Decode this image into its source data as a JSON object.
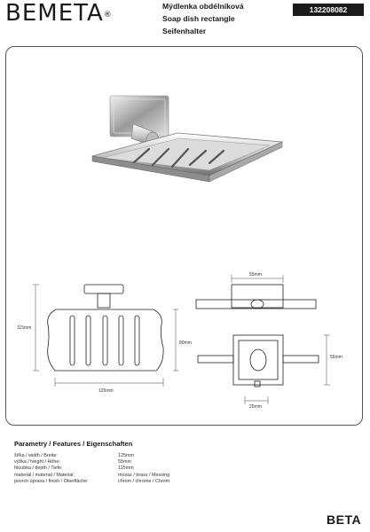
{
  "header": {
    "brand": "BEMETA",
    "registered": "®",
    "title_cz": "Mýdlenka obdélníková",
    "title_en": "Soap dish rectangle",
    "title_de": "Seifenhalter",
    "code": "132208082"
  },
  "drawing": {
    "dim_width_front": "125mm",
    "dim_height_front": "115mm",
    "dim_side_height": "80mm",
    "dim_top_width": "55mm",
    "dim_side_depth": "55mm",
    "dim_bottom": "25mm"
  },
  "params": {
    "heading": "Parametry / Features / Eigenschaften",
    "rows": [
      {
        "label": "šířka / width / Breite:",
        "value": "125mm"
      },
      {
        "label": "výška / height / Höhe:",
        "value": "55mm"
      },
      {
        "label": "hloubka / depth / Tiefe:",
        "value": "115mm"
      },
      {
        "label": "materiál / material / Material:",
        "value": "mosaz / brass / Messing"
      },
      {
        "label": "povrch úprava / finish / Oberfläche:",
        "value": "chrom / chrome / Chrom"
      }
    ]
  },
  "series": "BETA"
}
